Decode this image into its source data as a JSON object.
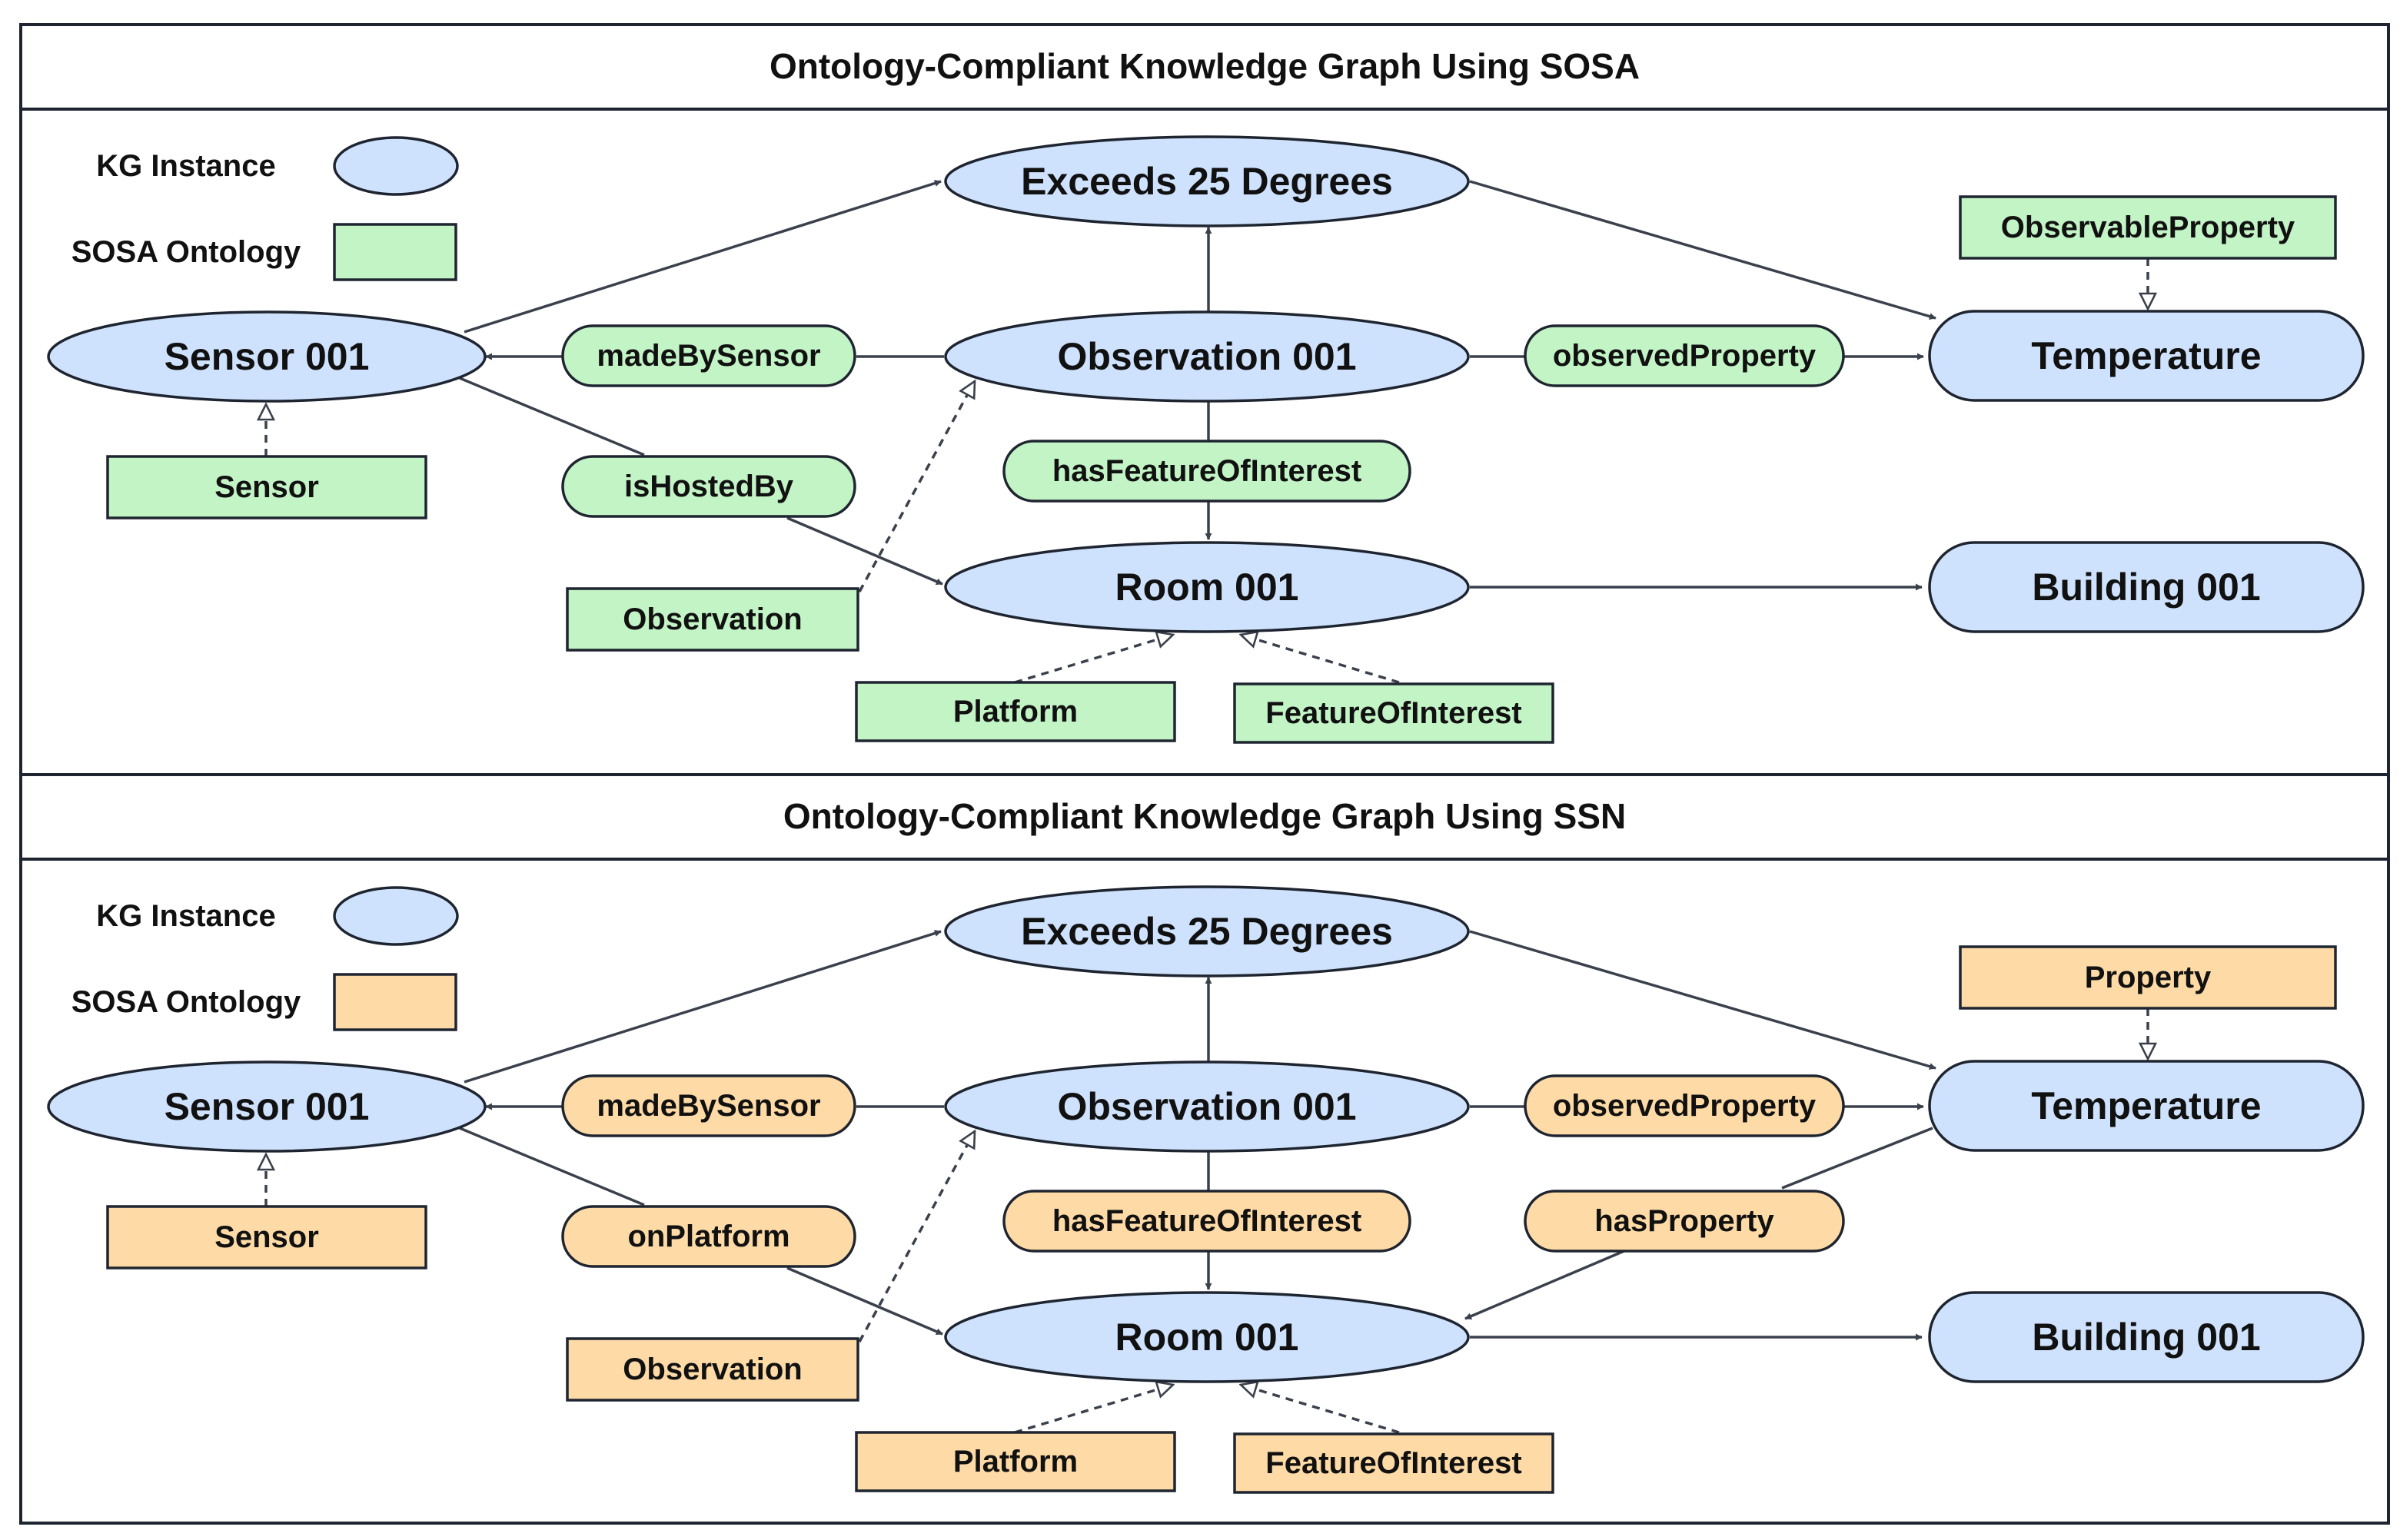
{
  "panels": [
    {
      "title": "Ontology-Compliant Knowledge Graph Using SOSA",
      "theme_fill": "#c3f4c6",
      "legend": {
        "instance_label": "KG Instance",
        "ontology_label": "SOSA Ontology"
      },
      "instances": {
        "exceeds": "Exceeds 25 Degrees",
        "sensor": "Sensor 001",
        "observation": "Observation 001",
        "temperature": "Temperature",
        "room": "Room  001",
        "building": "Building 001"
      },
      "properties": {
        "madeBySensor": "madeBySensor",
        "observedProperty": "observedProperty",
        "hosted": "isHostedBy",
        "hasFeatureOfInterest": "hasFeatureOfInterest",
        "hasProperty": ""
      },
      "classes": {
        "propertyClass": "ObservableProperty",
        "sensorClass": "Sensor",
        "observationClass": "Observation",
        "platformClass": "Platform",
        "featureClass": "FeatureOfInterest"
      }
    },
    {
      "title": "Ontology-Compliant Knowledge Graph Using SSN",
      "theme_fill": "#fedba6",
      "legend": {
        "instance_label": "KG Instance",
        "ontology_label": "SOSA Ontology"
      },
      "instances": {
        "exceeds": "Exceeds 25 Degrees",
        "sensor": "Sensor 001",
        "observation": "Observation 001",
        "temperature": "Temperature",
        "room": "Room  001",
        "building": "Building 001"
      },
      "properties": {
        "madeBySensor": "madeBySensor",
        "observedProperty": "observedProperty",
        "hosted": "onPlatform",
        "hasFeatureOfInterest": "hasFeatureOfInterest",
        "hasProperty": "hasProperty"
      },
      "classes": {
        "propertyClass": "Property",
        "sensorClass": "Sensor",
        "observationClass": "Observation",
        "platformClass": "Platform",
        "featureClass": "FeatureOfInterest"
      }
    }
  ],
  "colors": {
    "instance_fill": "#cfe2fd",
    "stroke": "#1f2530",
    "edge": "#3b414c"
  }
}
